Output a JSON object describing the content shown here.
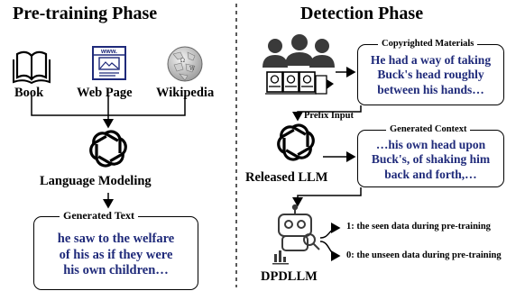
{
  "pretraining": {
    "title": "Pre-training Phase",
    "sources": [
      {
        "label": "Book",
        "icon": "book-icon"
      },
      {
        "label": "Web Page",
        "icon": "web-page-icon"
      },
      {
        "label": "Wikipedia",
        "icon": "wikipedia-globe-icon"
      }
    ],
    "model_label": "Language Modeling",
    "generated_box": {
      "title": "Generated Text",
      "lines": [
        "he saw to the welfare",
        "of his as if they were",
        "his own children…"
      ]
    }
  },
  "detection": {
    "title": "Detection Phase",
    "copyrighted_box": {
      "title": "Copyrighted Materials",
      "lines": [
        "He had a way of taking",
        "Buck's head roughly",
        "between his hands…"
      ]
    },
    "prefix_label": "Prefix Input",
    "released_label": "Released LLM",
    "context_box": {
      "title": "Generated Context",
      "lines": [
        "…his own head upon",
        "Buck's, of shaking him",
        "back and forth,…"
      ]
    },
    "detector_label": "DPDLLM",
    "outputs": [
      "1: the seen data during pre-training",
      "0: the unseen data during pre-training"
    ]
  },
  "colors": {
    "text_accent": "#1f2a7a",
    "line": "#000000",
    "icon_gray": "#3a3a3a"
  }
}
